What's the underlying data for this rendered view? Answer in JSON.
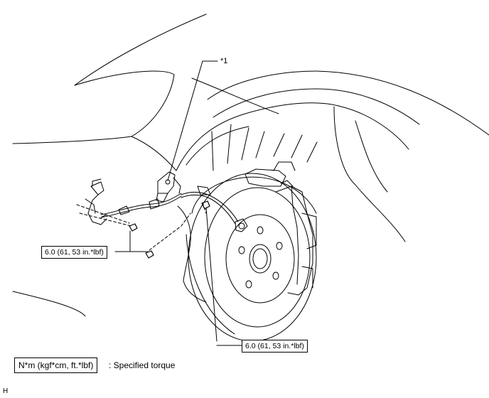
{
  "callouts": {
    "part_marker": "*1",
    "torque_left": "6.0 (61, 53 in.*lbf)",
    "torque_bottom": "6.0 (61, 53 in.*lbf)"
  },
  "legend": {
    "unit_box": "N*m (kgf*cm, ft.*lbf)",
    "unit_desc": ": Specified torque"
  },
  "corner_code": "H"
}
